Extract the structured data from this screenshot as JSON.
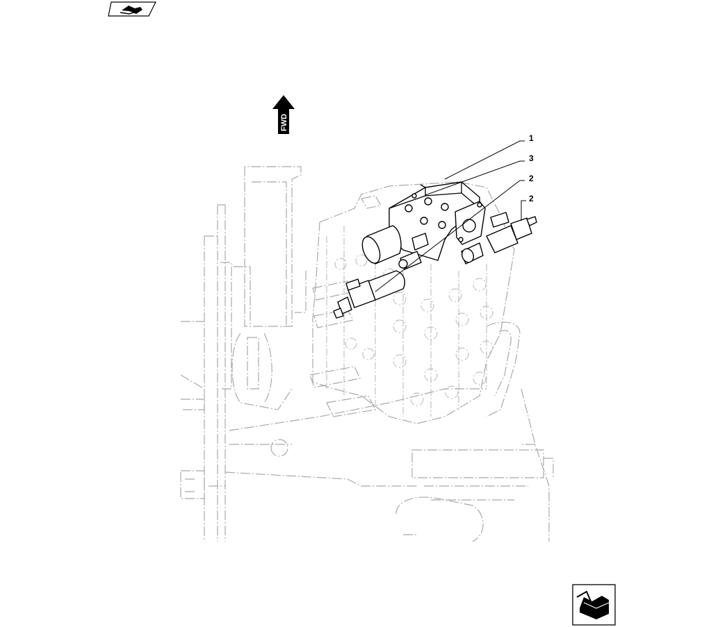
{
  "fwd_label": "FWD",
  "callouts": [
    {
      "id": "1",
      "label": "1"
    },
    {
      "id": "3",
      "label": "3"
    },
    {
      "id": "2a",
      "label": "2"
    },
    {
      "id": "2b",
      "label": "2"
    }
  ],
  "icons": {
    "top_left": "previous-page-icon",
    "bottom_right": "next-page-icon"
  }
}
